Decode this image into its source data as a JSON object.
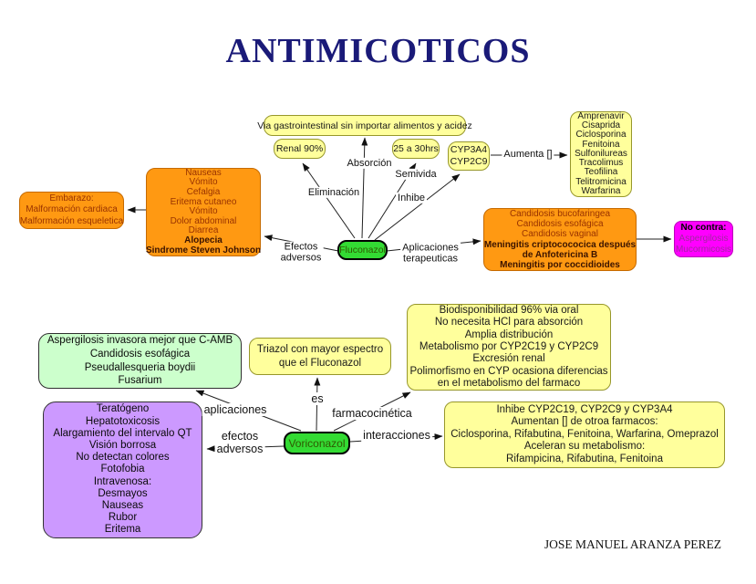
{
  "title": "ANTIMICOTICOS",
  "author": "JOSE MANUEL ARANZA PEREZ",
  "colors": {
    "title": "#1A1A78",
    "yellow_box": "#FFFF9C",
    "orange_box": "#FF9912",
    "green_node": "#33DB33",
    "light_green_box": "#CCFFCC",
    "purple_box": "#CC99FF",
    "magenta_box": "#FF00FF"
  },
  "nodes": {
    "fluconazol": "Fluconazol",
    "voriconazol": "Voriconazol"
  },
  "boxes": {
    "via": {
      "lines": [
        "Via gastrointestinal sin importar alimentos y acidez"
      ]
    },
    "renal": {
      "lines": [
        "Renal 90%"
      ]
    },
    "halflife": {
      "lines": [
        "25 a 30hrs"
      ]
    },
    "cyp": {
      "lines": [
        "CYP3A4",
        "CYP2C9"
      ]
    },
    "amprenavir": {
      "lines": [
        "Amprenavir",
        "Cisaprida",
        "Ciclosporina",
        "Fenitoina",
        "Sulfonilureas",
        "Tracolimus",
        "Teofilina",
        "Telitromicina",
        "Warfarina"
      ]
    },
    "adverse_fluconazol": {
      "lines": [
        "Nauseas",
        "Vómito",
        "Cefalgia",
        "Eritema cutaneo",
        "Vómito",
        "Dolor abdominal",
        "Diarrea",
        {
          "t": "Alopecia",
          "b": true
        },
        {
          "t": "Sindrome Steven Johnson",
          "b": true
        }
      ]
    },
    "embarazo": {
      "lines": [
        "Embarazo:",
        "Malformación cardiaca",
        "Malformación esqueletica"
      ]
    },
    "candidosis": {
      "lines": [
        "Candidosis bucofaringea",
        "Candidosis esofágica",
        "Candidosis vaginal",
        {
          "t": "Meningitis criptocococica después",
          "b": true
        },
        {
          "t": "de Anfotericina B",
          "b": true
        },
        {
          "t": "Meningitis por coccidioides",
          "b": true
        }
      ]
    },
    "no_contra": {
      "lines": [
        {
          "t": "No contra:",
          "b": true
        },
        {
          "t": "Aspergilosis",
          "m": true
        },
        {
          "t": "Mucormicosis",
          "m": true
        }
      ]
    },
    "biodisponibilidad": {
      "lines": [
        "Biodisponibilidad 96% via oral",
        "No necesita HCl para absorción",
        "Amplia distribución",
        "Metabolismo por CYP2C19 y CYP2C9",
        "Excresión renal",
        "Polimorfismo en CYP ocasiona diferencias",
        "en el metabolismo del farmaco"
      ]
    },
    "aspergilosis": {
      "lines": [
        "Aspergilosis invasora mejor que C-AMB",
        "Candidosis esofágica",
        "Pseudallesqueria boydii",
        "Fusarium"
      ]
    },
    "triazol": {
      "lines": [
        "Triazol con mayor espectro",
        "que el Fluconazol"
      ]
    },
    "adverse_voriconazol": {
      "lines": [
        "Teratógeno",
        "Hepatotoxicosis",
        "Alargamiento del intervalo QT",
        "Visión borrosa",
        "No detectan colores",
        "Fotofobia",
        "Intravenosa:",
        "Desmayos",
        "Nauseas",
        "Rubor",
        "Eritema"
      ]
    },
    "interacciones_box": {
      "lines": [
        "Inhibe CYP2C19, CYP2C9 y CYP3A4",
        "Aumentan [] de otroa farmacos:",
        "Ciclosporina, Rifabutina, Fenitoina, Warfarina, Omeprazol",
        "Aceleran su metabolismo:",
        "Rifampicina, Rifabutina, Fenitoina"
      ]
    }
  },
  "edges": {
    "eliminacion": "Eliminación",
    "absorcion": "Absorción",
    "semivida": "Semivida",
    "inhibe": "Inhibe",
    "aumenta": "Aumenta []",
    "efectos_adversos_flu": "Efectos\nadversos",
    "aplicaciones_terapeuticas": "Aplicaciones\nterapeuticas",
    "aplicaciones": "aplicaciones",
    "es": "es",
    "farmacocinetica": "farmacocinética",
    "efectos_adversos_vori": "efectos\nadversos",
    "interacciones": "interacciones"
  }
}
